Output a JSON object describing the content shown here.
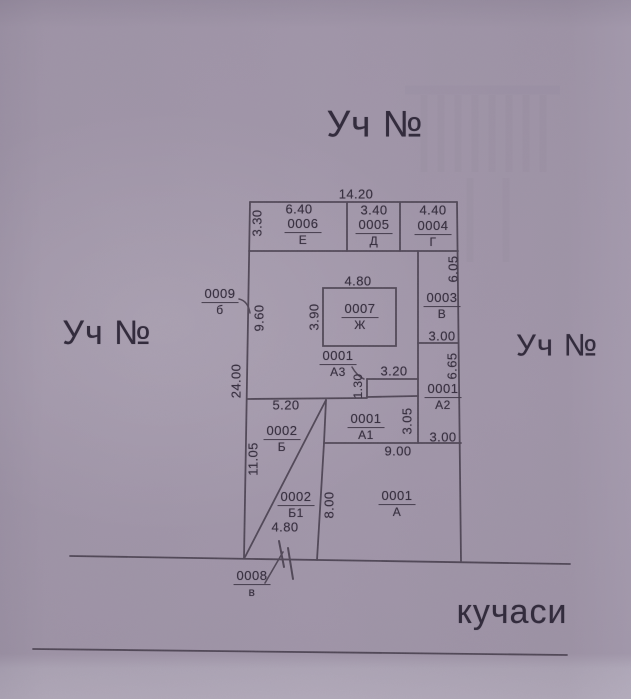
{
  "document_type": "scanned land plot plan",
  "labels": {
    "plot_top": "Уч №",
    "plot_left": "Уч №",
    "plot_right": "Уч №",
    "street": "кучаси"
  },
  "dims": {
    "total_width": "14.20",
    "e_width": "6.40",
    "d_width": "3.40",
    "g_width": "4.40",
    "toprow_height": "3.30",
    "zh_width": "4.80",
    "zh_height": "3.90",
    "left_upper": "9.60",
    "left_total": "24.00",
    "right_upper": "6.05",
    "v_bottom": "3.00",
    "right_mid": "6.65",
    "step_width": "3.20",
    "step_height": "1.30",
    "b_top": "5.20",
    "a1_height": "3.05",
    "a2_bottom": "3.00",
    "a_top": "9.00",
    "left_lower": "11.05",
    "a_left": "8.00",
    "gate_width": "4.80"
  },
  "parcels": {
    "e": {
      "code": "0006",
      "letter": "Е"
    },
    "d": {
      "code": "0005",
      "letter": "Д"
    },
    "g": {
      "code": "0004",
      "letter": "Г"
    },
    "v": {
      "code": "0003",
      "letter": "В"
    },
    "zh": {
      "code": "0007",
      "letter": "Ж"
    },
    "b_outside": {
      "code": "0009",
      "letter": "б"
    },
    "a3": {
      "code": "0001",
      "letter": "А3"
    },
    "a2": {
      "code": "0001",
      "letter": "А2"
    },
    "a1": {
      "code": "0001",
      "letter": "А1"
    },
    "b": {
      "code": "0002",
      "letter": "Б"
    },
    "b1": {
      "code": "0002",
      "letter": "Б1"
    },
    "a": {
      "code": "0001",
      "letter": "А"
    },
    "gate": {
      "code": "0008",
      "letter": "в"
    }
  },
  "colors": {
    "paper": "#c9c2ce",
    "ink": "#3a3242",
    "line": "#4a4150"
  }
}
